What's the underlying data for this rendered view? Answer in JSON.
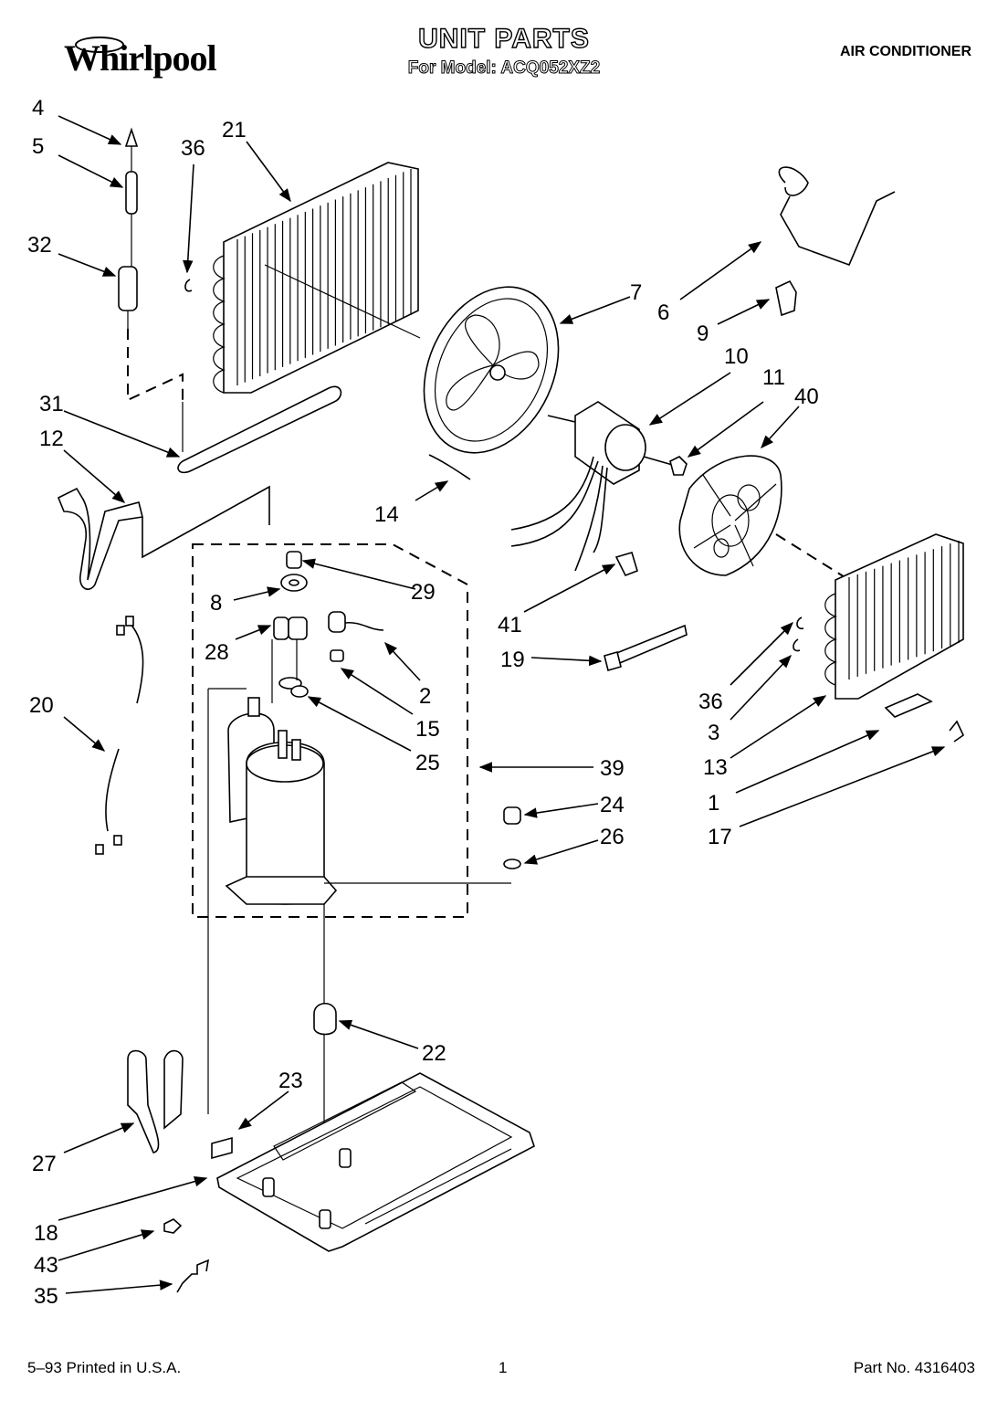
{
  "header": {
    "brand": "Whirlpool",
    "title": "UNIT PARTS",
    "model_line": "For Model: ACQ052XZ2",
    "category": "AIR CONDITIONER"
  },
  "footer": {
    "print_info": "5–93 Printed in U.S.A.",
    "page_number": "1",
    "part_number": "Part No. 4316403"
  },
  "callouts": {
    "c1": "1",
    "c2": "2",
    "c3": "3",
    "c4": "4",
    "c5": "5",
    "c6": "6",
    "c7": "7",
    "c8": "8",
    "c9": "9",
    "c10": "10",
    "c11": "11",
    "c12": "12",
    "c13": "13",
    "c14": "14",
    "c15": "15",
    "c17": "17",
    "c18": "18",
    "c19": "19",
    "c20": "20",
    "c21": "21",
    "c22": "22",
    "c23": "23",
    "c24": "24",
    "c25": "25",
    "c26": "26",
    "c27": "27",
    "c28": "28",
    "c29": "29",
    "c31": "31",
    "c32": "32",
    "c35": "35",
    "c36a": "36",
    "c36b": "36",
    "c39": "39",
    "c40": "40",
    "c41": "41",
    "c43": "43"
  }
}
